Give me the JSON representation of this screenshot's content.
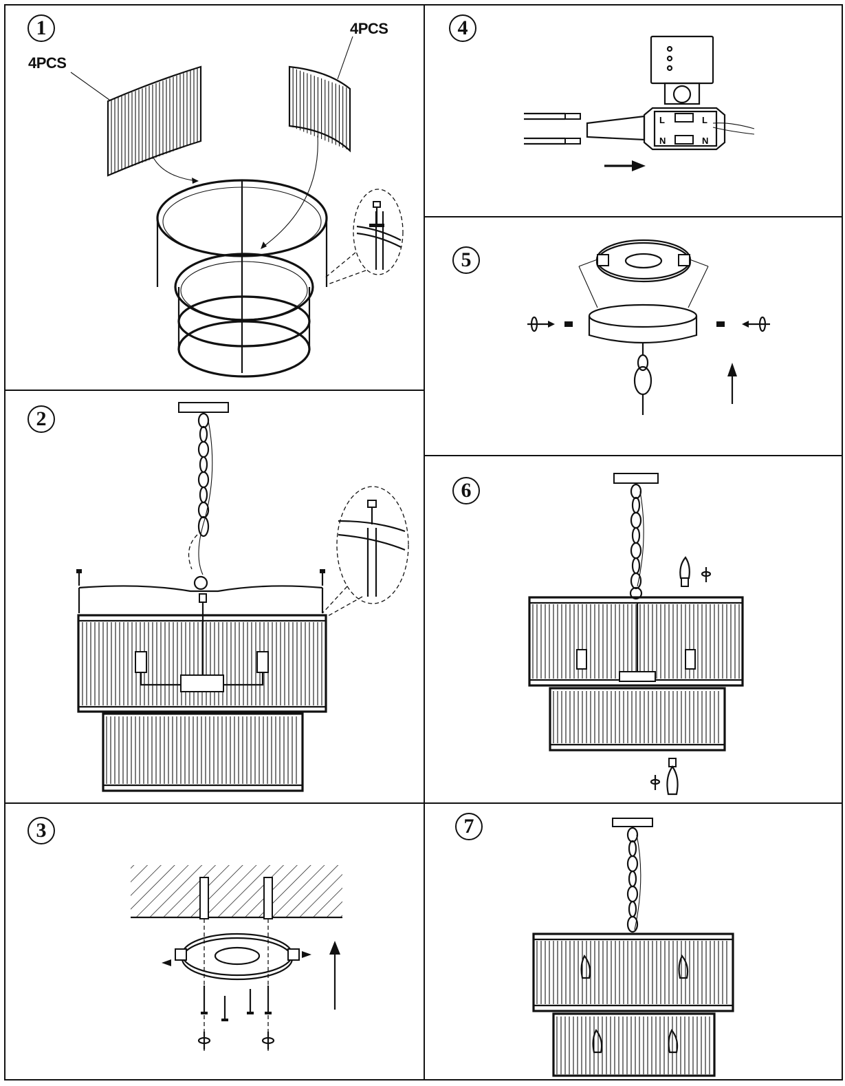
{
  "colors": {
    "line": "#111111",
    "background": "#ffffff"
  },
  "steps": [
    {
      "number": "1",
      "labels": [
        "4PCS",
        "4PCS"
      ]
    },
    {
      "number": "2"
    },
    {
      "number": "3"
    },
    {
      "number": "4",
      "terminal_labels": [
        "L",
        "N",
        "L",
        "N"
      ]
    },
    {
      "number": "5"
    },
    {
      "number": "6"
    },
    {
      "number": "7"
    }
  ]
}
